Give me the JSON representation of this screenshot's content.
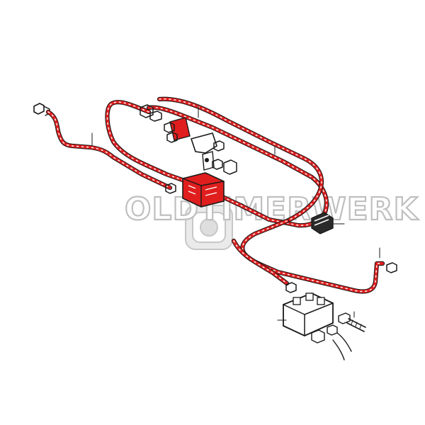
{
  "watermark": {
    "text": "OLDTIMERWERK"
  },
  "colors": {
    "highlight": "#e01e1e",
    "ink": "#1a1a1a",
    "watermark": "#8c8c8c",
    "background": "#ffffff"
  },
  "parts": [
    {
      "id": "fuel-line-main",
      "highlighted": true
    },
    {
      "id": "fuel-line-lower",
      "highlighted": true
    },
    {
      "id": "fuel-line-front",
      "highlighted": true
    },
    {
      "id": "fuel-filter-bracket",
      "highlighted": true
    },
    {
      "id": "fuel-pump",
      "highlighted": false
    },
    {
      "id": "mounting-bolt",
      "highlighted": false
    },
    {
      "id": "rubber-mount",
      "highlighted": false
    },
    {
      "id": "banjo-fittings",
      "highlighted": false
    }
  ]
}
